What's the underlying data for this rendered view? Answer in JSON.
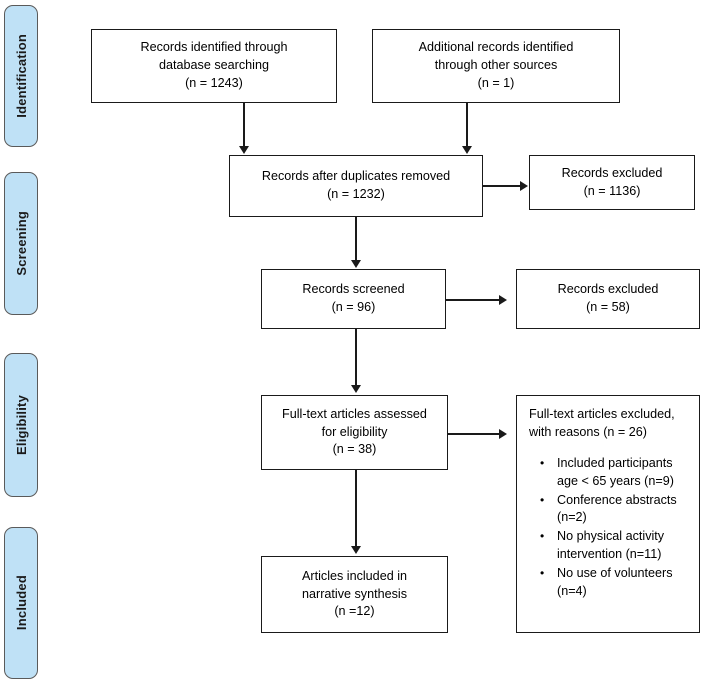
{
  "diagram": {
    "title": "PRISMA study selection flow diagram",
    "accent_color": "#bfe1f6",
    "line_color": "#1a1a1a"
  },
  "stages": [
    {
      "label": "Identification"
    },
    {
      "label": "Screening"
    },
    {
      "label": "Eligibility"
    },
    {
      "label": "Included"
    }
  ],
  "boxes": {
    "database_records": {
      "line1": "Records identified through",
      "line2": "database searching",
      "count": "(n = 1243)"
    },
    "other_records": {
      "line1": "Additional records identified",
      "line2": "through other sources",
      "count": "(n = 1)"
    },
    "duplicates_removed": {
      "line1": "Records after duplicates removed",
      "count": "(n = 1232)"
    },
    "records_excluded_duplicates": {
      "line1": "Records excluded",
      "count": "(n = 1136)"
    },
    "records_screened": {
      "line1": "Records screened",
      "count": "(n = 96)"
    },
    "records_excluded_screening": {
      "line1": "Records excluded",
      "count": "(n = 58)"
    },
    "fulltext_assessed": {
      "line1": "Full-text articles assessed",
      "line2": "for eligibility",
      "count": "(n = 38)"
    },
    "fulltext_excluded": {
      "line1": "Full-text articles excluded,",
      "line2": "with reasons (n = 26)",
      "reasons": [
        "Included participants age < 65 years (n=9)",
        "Conference abstracts (n=2)",
        "No physical activity intervention (n=11)",
        "No use of volunteers (n=4)"
      ]
    },
    "articles_included": {
      "line1": "Articles included in",
      "line2": "narrative synthesis",
      "count": "(n =12)"
    }
  },
  "chart_data": {
    "type": "diagram",
    "title": "PRISMA flow of study selection",
    "nodes": [
      {
        "id": "database_records",
        "stage": "Identification",
        "label": "Records identified through database searching",
        "n": 1243
      },
      {
        "id": "other_records",
        "stage": "Identification",
        "label": "Additional records identified through other sources",
        "n": 1
      },
      {
        "id": "duplicates_removed",
        "stage": "Screening",
        "label": "Records after duplicates removed",
        "n": 1232
      },
      {
        "id": "records_excluded_duplicates",
        "stage": "Screening",
        "label": "Records excluded",
        "n": 1136
      },
      {
        "id": "records_screened",
        "stage": "Screening",
        "label": "Records screened",
        "n": 96
      },
      {
        "id": "records_excluded_screening",
        "stage": "Screening",
        "label": "Records excluded",
        "n": 58
      },
      {
        "id": "fulltext_assessed",
        "stage": "Eligibility",
        "label": "Full-text articles assessed for eligibility",
        "n": 38
      },
      {
        "id": "fulltext_excluded",
        "stage": "Eligibility",
        "label": "Full-text articles excluded, with reasons",
        "n": 26
      },
      {
        "id": "articles_included",
        "stage": "Included",
        "label": "Articles included in narrative synthesis",
        "n": 12
      }
    ],
    "edges": [
      {
        "from": "database_records",
        "to": "duplicates_removed"
      },
      {
        "from": "other_records",
        "to": "duplicates_removed"
      },
      {
        "from": "duplicates_removed",
        "to": "records_excluded_duplicates"
      },
      {
        "from": "duplicates_removed",
        "to": "records_screened"
      },
      {
        "from": "records_screened",
        "to": "records_excluded_screening"
      },
      {
        "from": "records_screened",
        "to": "fulltext_assessed"
      },
      {
        "from": "fulltext_assessed",
        "to": "fulltext_excluded"
      },
      {
        "from": "fulltext_assessed",
        "to": "articles_included"
      }
    ],
    "exclusion_reasons": [
      {
        "reason": "Included participants age < 65 years",
        "n": 9
      },
      {
        "reason": "Conference abstracts",
        "n": 2
      },
      {
        "reason": "No physical activity intervention",
        "n": 11
      },
      {
        "reason": "No use of volunteers",
        "n": 4
      }
    ]
  }
}
